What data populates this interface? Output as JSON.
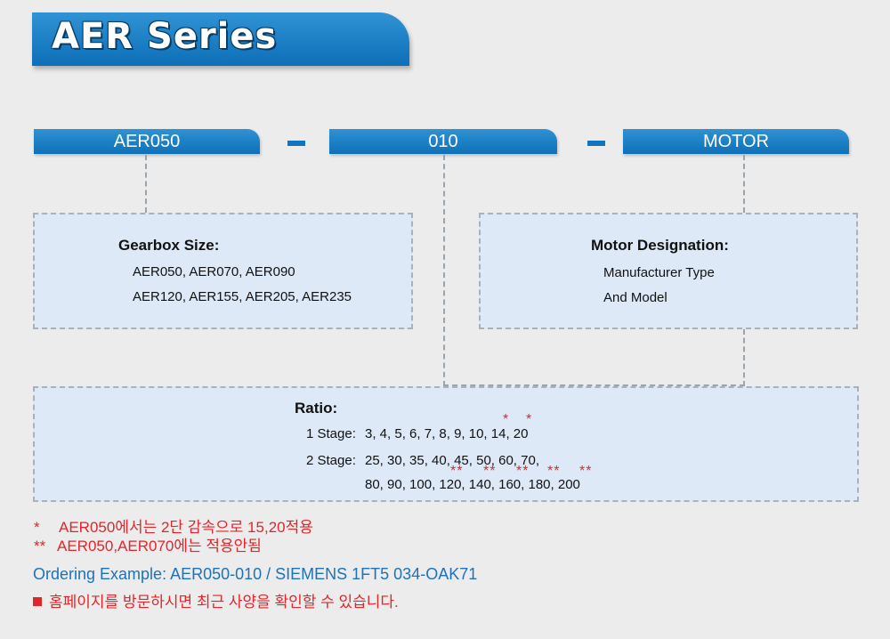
{
  "title": "AER Series",
  "code": {
    "size": "AER050",
    "ratio": "010",
    "motor": "MOTOR"
  },
  "gearbox": {
    "heading": "Gearbox Size:",
    "line1": "AER050, AER070, AER090",
    "line2": "AER120, AER155, AER205, AER235"
  },
  "motor": {
    "heading": "Motor Designation:",
    "line1": "Manufacturer Type",
    "line2": "And Model"
  },
  "ratio": {
    "heading": "Ratio:",
    "stage1_label": "1 Stage:",
    "stage1_values": "3, 4, 5, 6, 7, 8, 9, 10, 14, 20",
    "stage2_label": "2 Stage:",
    "stage2_values_line1": "25, 30, 35, 40, 45, 50, 60, 70,",
    "stage2_values_line2": "80, 90, 100, 120, 140, 160, 180, 200",
    "single_star": "*",
    "double_star": "**"
  },
  "notes": {
    "note1_marker": "*",
    "note1_text": "AER050에서는 2단 감속으로 15,20적용",
    "note2_marker": "**",
    "note2_text": "AER050,AER070에는 적용안됨",
    "ordering": "Ordering Example: AER050-010 / SIEMENS 1FT5 034-OAK71",
    "homepage": "홈페이지를 방문하시면 최근 사양을 확인할 수 있습니다."
  },
  "colors": {
    "accent_blue": "#1176bd",
    "note_red": "#e0262b",
    "box_fill": "#dde9f7",
    "background": "#ececec"
  }
}
